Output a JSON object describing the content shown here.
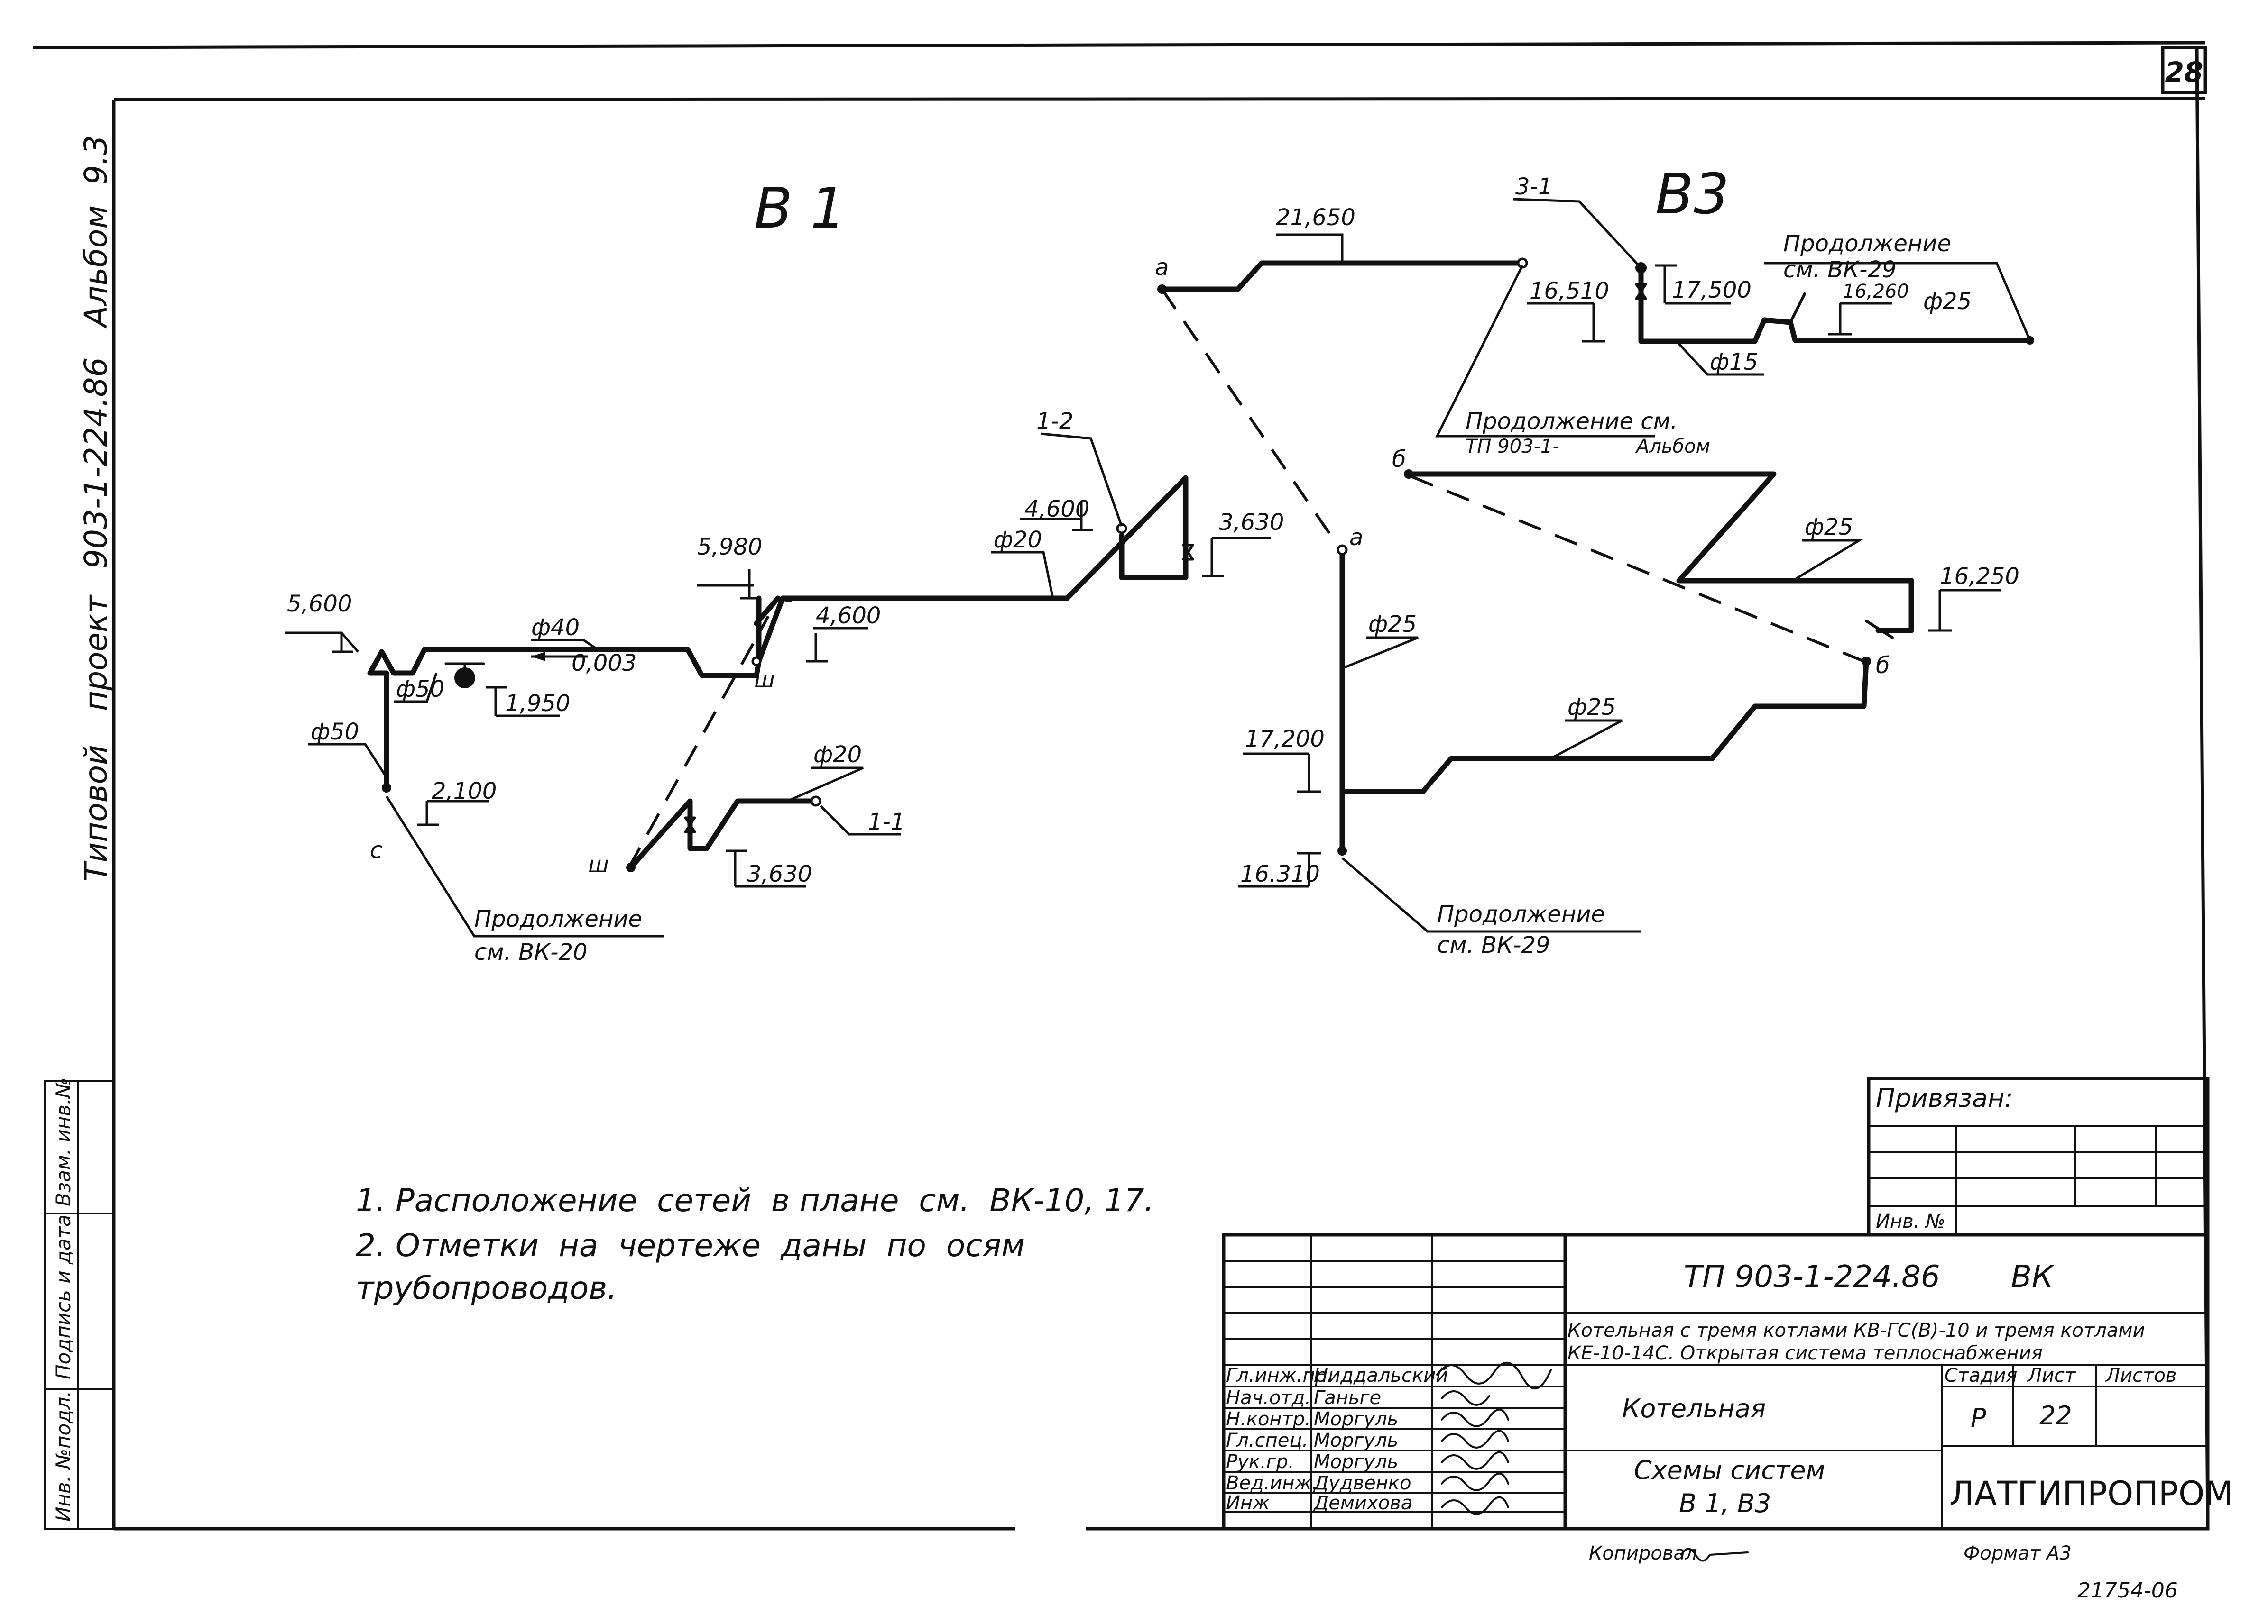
{
  "sheet": {
    "page_number": "28",
    "left_margin_text": [
      "Типовой",
      "проект",
      "903-1-224.86",
      "Альбом",
      "9.3"
    ],
    "left_stamp_labels": [
      "Инв. №подл.",
      "Подпись и дата",
      "Взам. инв.№"
    ],
    "copied_by": "Копировал",
    "format": "Формат А3",
    "stray_mark": "21754-06"
  },
  "diagram": {
    "system_b1": {
      "title": "В 1",
      "levels": [
        "5,600",
        "5,980",
        "4,600",
        "3,630",
        "2,100",
        "1,950",
        "3,630"
      ],
      "pipe_sizes": [
        "ф50",
        "ф50",
        "ф40",
        "ф20",
        "ф20"
      ],
      "slope": "0,003",
      "valve_tags": [
        "1-2",
        "1-1"
      ],
      "points": [
        "с",
        "ш",
        "ш"
      ],
      "continuation": [
        "Продолжение",
        "см. ВК-20"
      ]
    },
    "system_b3": {
      "title": "В3",
      "levels": [
        "21,650",
        "16,510",
        "17,500",
        "16,260",
        "16,250",
        "17,200",
        "16.310"
      ],
      "pipe_sizes": [
        "ф25",
        "ф15",
        "ф25",
        "ф25",
        "ф25"
      ],
      "valve_tag": "3-1",
      "points": [
        "а",
        "а",
        "б",
        "б"
      ],
      "continuation_top": [
        "Продолжение",
        "см. ВК-29"
      ],
      "continuation_album": [
        "Продолжение см.",
        "ТП 903-1-",
        "Альбом"
      ],
      "continuation_bottom": [
        "Продолжение",
        "см. ВК-29"
      ]
    },
    "notes": [
      "1. Расположение  сетей  в плане  см.  ВК-10, 17.",
      "2. Отметки  на  чертеже  даны  по  осям",
      "трубопроводов."
    ]
  },
  "title_block": {
    "attached_label": "Привязан:",
    "inv_label": "Инв. №",
    "doc_code": "ТП 903-1-224.86",
    "section_code": "ВК",
    "project_line1": "Котельная с тремя котлами КВ-ГС(В)-10 и тремя котлами",
    "project_line2": "КЕ-10-14С. Открытая система теплоснабжения",
    "building": "Котельная",
    "drawing_title_line1": "Схемы систем",
    "drawing_title_line2": "В 1, В3",
    "stage_header": "Стадия",
    "sheet_header": "Лист",
    "sheets_header": "Листов",
    "stage": "Р",
    "sheet_no": "22",
    "sheets_total": "",
    "organization": "ЛАТГИПРОПРОМ",
    "signatures": [
      {
        "role": "Гл.инж.пр.",
        "name": "Ниддальский"
      },
      {
        "role": "Нач.отд.",
        "name": "Ганьге"
      },
      {
        "role": "Н.контр.",
        "name": "Моргуль"
      },
      {
        "role": "Гл.спец.",
        "name": "Моргуль"
      },
      {
        "role": "Рук.гр.",
        "name": "Моргуль"
      },
      {
        "role": "Вед.инж.",
        "name": "Дудвенко"
      },
      {
        "role": "Инж",
        "name": "Демихова"
      }
    ]
  }
}
